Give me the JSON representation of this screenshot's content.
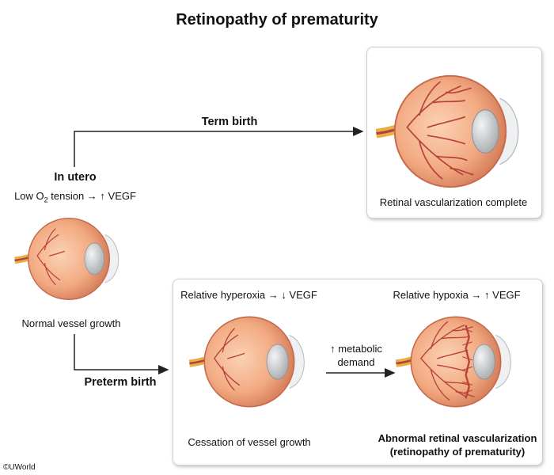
{
  "title": "Retinopathy of prematurity",
  "in_utero": {
    "heading": "In utero",
    "condition_prefix": "Low O",
    "condition_sub": "2",
    "condition_suffix": " tension → ↑ VEGF",
    "caption": "Normal vessel growth"
  },
  "term": {
    "label": "Term birth",
    "caption": "Retinal vascularization complete"
  },
  "preterm": {
    "label": "Preterm birth",
    "stage1_condition": "Relative hyperoxia → ↓ VEGF",
    "stage1_caption": "Cessation of vessel growth",
    "transition_line1": "↑ metabolic",
    "transition_line2": "demand",
    "stage2_condition": "Relative hypoxia → ↑ VEGF",
    "stage2_caption_line1": "Abnormal retinal vascularization",
    "stage2_caption_line2": "(retinopathy of prematurity)"
  },
  "copyright": "©UWorld",
  "colors": {
    "eye_flesh": "#f1a67f",
    "eye_light": "#f8c9a7",
    "vessel": "#b8423a",
    "lens": "#c9ccce",
    "arrow": "#222222"
  }
}
